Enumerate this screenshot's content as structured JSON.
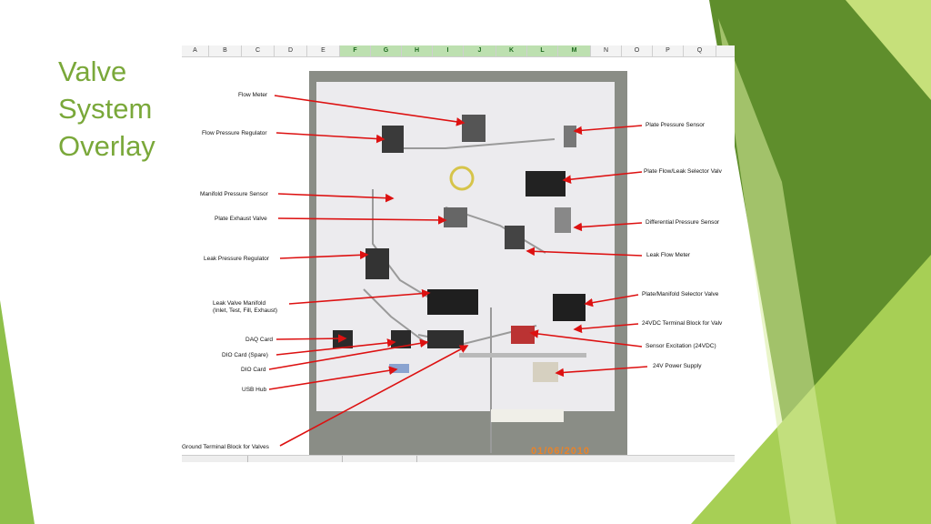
{
  "slide": {
    "title": "Valve\nSystem\nOverlay"
  },
  "theme": {
    "accent": "#7aa83a",
    "accent_light": "#a7cf55",
    "accent_dark": "#5f8e2c",
    "arrow": "#dd1111"
  },
  "spreadsheet": {
    "columns": [
      "A",
      "B",
      "C",
      "D",
      "E",
      "F",
      "G",
      "H",
      "I",
      "J",
      "K",
      "L",
      "M",
      "N",
      "O",
      "P",
      "Q"
    ],
    "selected_columns": [
      "F",
      "G",
      "H",
      "I",
      "J",
      "K",
      "L",
      "M"
    ]
  },
  "photo": {
    "date_stamp": "01/06/2010"
  },
  "labels": {
    "left": [
      "Flow Meter",
      "Flow Pressure Regulator",
      "Manifold Pressure Sensor",
      "Plate Exhaust Valve",
      "Leak Pressure Regulator",
      "Leak Valve Manifold\n(Inlet, Test, Fill, Exhaust)",
      "DAQ Card",
      "DIO Card (Spare)",
      "DIO Card",
      "USB Hub",
      "Ground Terminal Block for Valves"
    ],
    "right": [
      "Plate Pressure Sensor",
      "Plate Flow/Leak Selector Valv",
      "Differential Pressure Sensor",
      "Leak Flow Meter",
      "Plate/Manifold Selector Valve",
      "24VDC Terminal Block for Valv",
      "Sensor Excitation (24VDC)",
      "24V Power Supply"
    ]
  }
}
